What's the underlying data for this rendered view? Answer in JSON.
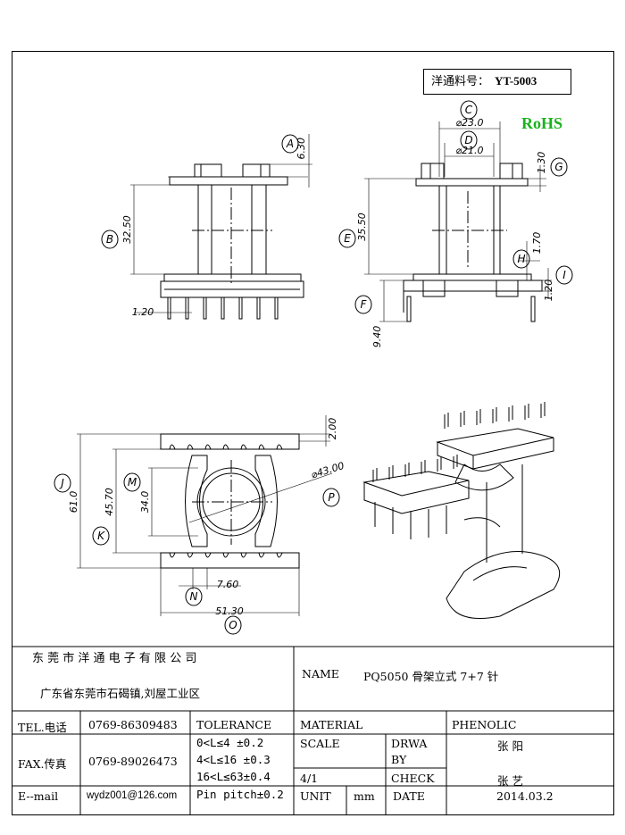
{
  "part_number": {
    "label": "洋通料号：",
    "value": "YT-5003"
  },
  "rohs": "RoHS",
  "dims": {
    "A": "6.30",
    "B": "32.50",
    "C": "⌀23.0",
    "D": "⌀21.0",
    "E": "35.50",
    "F": "9.40",
    "G": "1.30",
    "H": "1.70",
    "I": "1.20",
    "J": "61.0",
    "K": "45.70",
    "M": "34.0",
    "N": "7.60",
    "O": "51.30",
    "P": "⌀43.00",
    "pin_gap": "1.20",
    "top_pin": "2.00"
  },
  "callouts": [
    "A",
    "B",
    "C",
    "D",
    "E",
    "F",
    "G",
    "H",
    "I",
    "J",
    "K",
    "M",
    "N",
    "O",
    "P"
  ],
  "title_block": {
    "company": "东 莞 市 洋 通 电 子 有 限 公 司",
    "address": "广东省东莞市石碣镇,刘屋工业区",
    "name_label": "NAME",
    "name_value": "PQ5050 骨架立式 7+7 针",
    "tel_label": "TEL.电话",
    "tel_value": "0769-86309483",
    "fax_label": "FAX.传真",
    "fax_value": "0769-89026473",
    "email_label": "E--mail",
    "email_value": "wydz001@126.com",
    "tolerance_label": "TOLERANCE",
    "tolerance_lines": [
      "0<L≤4   ±0.2",
      "4<L≤16  ±0.3",
      "16<L≤63±0.4",
      "Pin pitch±0.2"
    ],
    "material_label": "MATERIAL",
    "material_value": "PHENOLIC",
    "scale_label": "SCALE",
    "scale_value": "4/1",
    "drawn_label_1": "DRWA",
    "drawn_label_2": "BY",
    "drawn_value": "张 阳",
    "check_label": "CHECK",
    "check_value": "张 艺",
    "unit_label": "UNIT",
    "unit_value": "mm",
    "date_label": "DATE",
    "date_value": "2014.03.2"
  }
}
